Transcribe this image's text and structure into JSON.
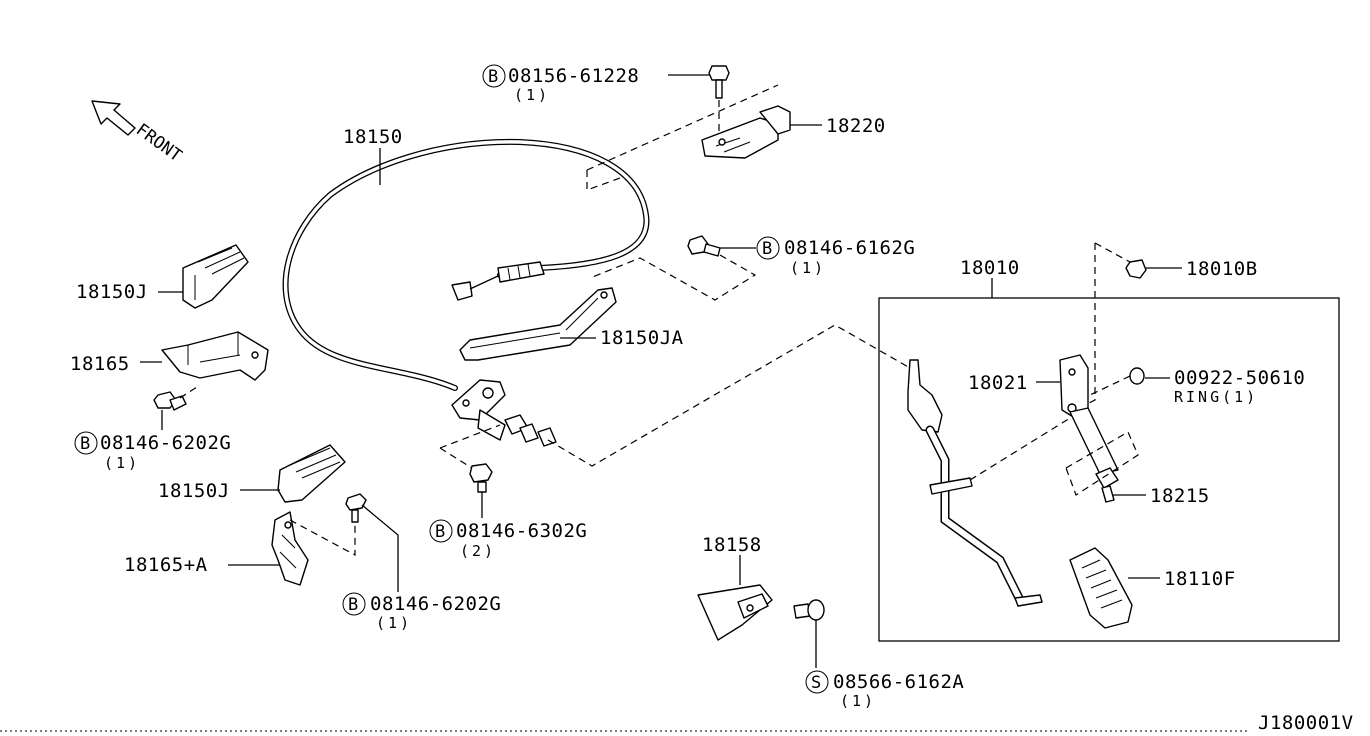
{
  "direction": {
    "label": "FRONT"
  },
  "diagram_code": "J180001V",
  "symbols": {
    "bolt": "B",
    "screw": "S"
  },
  "parts": {
    "p18150": "18150",
    "p18220": "18220",
    "p18150J_top": "18150J",
    "p18165": "18165",
    "p18150JA": "18150JA",
    "p18010": "18010",
    "p18010B": "18010B",
    "p18021": "18021",
    "p00922": "00922-50610",
    "ring": "RING(1)",
    "p18215": "18215",
    "p18150J_bot": "18150J",
    "p18165A": "18165+A",
    "p18158": "18158",
    "p18110F": "18110F"
  },
  "fasteners": {
    "f1": {
      "number": "08156-61228",
      "qty": "(1)"
    },
    "f2": {
      "number": "08146-6162G",
      "qty": "(1)"
    },
    "f3": {
      "number": "08146-6202G",
      "qty": "(1)"
    },
    "f4": {
      "number": "08146-6302G",
      "qty": "(2)"
    },
    "f5": {
      "number": "08146-6202G",
      "qty": "(1)"
    },
    "f6": {
      "number": "08566-6162A",
      "qty": "(1)"
    }
  }
}
